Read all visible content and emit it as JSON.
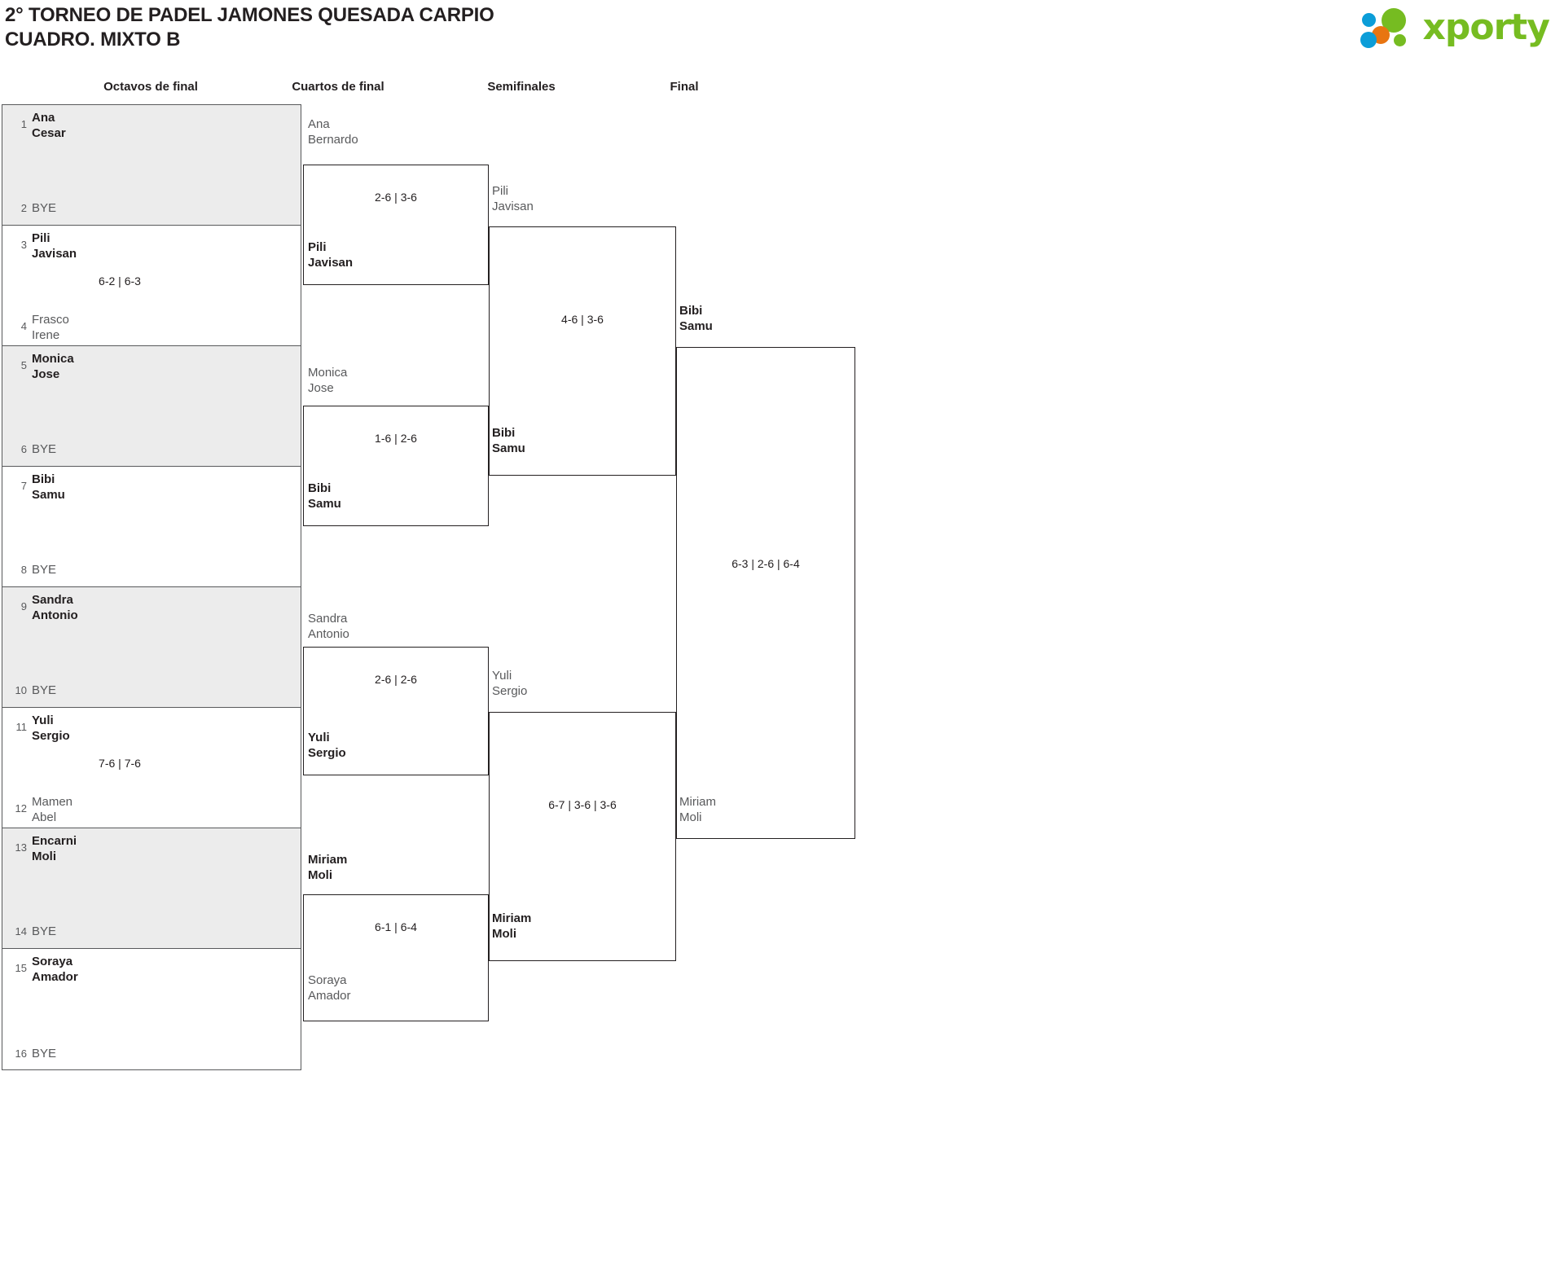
{
  "header": {
    "title_line1": "2° TORNEO DE PADEL JAMONES QUESADA CARPIO",
    "title_line2": "CUADRO. MIXTO B",
    "logo_word": "xporty",
    "logo_colors": {
      "green": "#76bc21",
      "orange": "#e87511",
      "blue": "#0b9dd8"
    }
  },
  "rounds": [
    {
      "label": "Octavos de final"
    },
    {
      "label": "Cuartos de final"
    },
    {
      "label": "Semifinales"
    },
    {
      "label": "Final"
    }
  ],
  "bye_label": "BYE",
  "round1": {
    "slots": [
      {
        "seed": "1",
        "line1": "Ana",
        "line2": "Cesar",
        "status": "win",
        "bye": false
      },
      {
        "seed": "2",
        "line1": "BYE",
        "line2": "",
        "status": "lose",
        "bye": true
      },
      {
        "seed": "3",
        "line1": "Pili",
        "line2": "Javisan",
        "status": "win",
        "bye": false
      },
      {
        "seed": "4",
        "line1": "Frasco",
        "line2": "Irene",
        "status": "lose",
        "bye": false
      },
      {
        "seed": "5",
        "line1": "Monica",
        "line2": "Jose",
        "status": "win",
        "bye": false
      },
      {
        "seed": "6",
        "line1": "BYE",
        "line2": "",
        "status": "lose",
        "bye": true
      },
      {
        "seed": "7",
        "line1": "Bibi",
        "line2": "Samu",
        "status": "win",
        "bye": false
      },
      {
        "seed": "8",
        "line1": "BYE",
        "line2": "",
        "status": "lose",
        "bye": true
      },
      {
        "seed": "9",
        "line1": "Sandra",
        "line2": "Antonio",
        "status": "win",
        "bye": false
      },
      {
        "seed": "10",
        "line1": "BYE",
        "line2": "",
        "status": "lose",
        "bye": true
      },
      {
        "seed": "11",
        "line1": "Yuli",
        "line2": "Sergio",
        "status": "win",
        "bye": false
      },
      {
        "seed": "12",
        "line1": "Mamen",
        "line2": "Abel",
        "status": "lose",
        "bye": false
      },
      {
        "seed": "13",
        "line1": "Encarni",
        "line2": "Moli",
        "status": "win",
        "bye": false
      },
      {
        "seed": "14",
        "line1": "BYE",
        "line2": "",
        "status": "lose",
        "bye": true
      },
      {
        "seed": "15",
        "line1": "Soraya",
        "line2": "Amador",
        "status": "win",
        "bye": false
      },
      {
        "seed": "16",
        "line1": "BYE",
        "line2": "",
        "status": "lose",
        "bye": true
      }
    ],
    "scores": [
      "",
      "6-2 | 6-3",
      "",
      "",
      "",
      "7-6 | 7-6",
      "",
      ""
    ]
  },
  "quarters": {
    "matches": [
      {
        "top": {
          "line1": "Ana",
          "line2": "Bernardo",
          "status": "lose"
        },
        "bottom": {
          "line1": "Pili",
          "line2": "Javisan",
          "status": "win"
        },
        "score": "2-6 | 3-6",
        "advance": {
          "line1": "Pili",
          "line2": "Javisan",
          "status": "lose"
        }
      },
      {
        "top": {
          "line1": "Monica",
          "line2": "Jose",
          "status": "lose"
        },
        "bottom": {
          "line1": "Bibi",
          "line2": "Samu",
          "status": "win"
        },
        "score": "1-6 | 2-6",
        "advance": {
          "line1": "Bibi",
          "line2": "Samu",
          "status": "win"
        }
      },
      {
        "top": {
          "line1": "Sandra",
          "line2": "Antonio",
          "status": "lose"
        },
        "bottom": {
          "line1": "Yuli",
          "line2": "Sergio",
          "status": "win"
        },
        "score": "2-6 | 2-6",
        "advance": {
          "line1": "Yuli",
          "line2": "Sergio",
          "status": "lose"
        }
      },
      {
        "top": {
          "line1": "Miriam",
          "line2": "Moli",
          "status": "win"
        },
        "bottom": {
          "line1": "Soraya",
          "line2": "Amador",
          "status": "lose"
        },
        "score": "6-1 | 6-4",
        "advance": {
          "line1": "Miriam",
          "line2": "Moli",
          "status": "win"
        }
      }
    ]
  },
  "semifinals": {
    "matches": [
      {
        "score": "4-6 | 3-6",
        "advance": {
          "line1": "Bibi",
          "line2": "Samu",
          "status": "win"
        }
      },
      {
        "score": "6-7 | 3-6 | 3-6",
        "advance": {
          "line1": "Miriam",
          "line2": "Moli",
          "status": "lose"
        }
      }
    ]
  },
  "final": {
    "score": "6-3 | 2-6 | 6-4",
    "champion": {
      "line1": "Bibi",
      "line2": "Samu",
      "status": "win"
    }
  }
}
